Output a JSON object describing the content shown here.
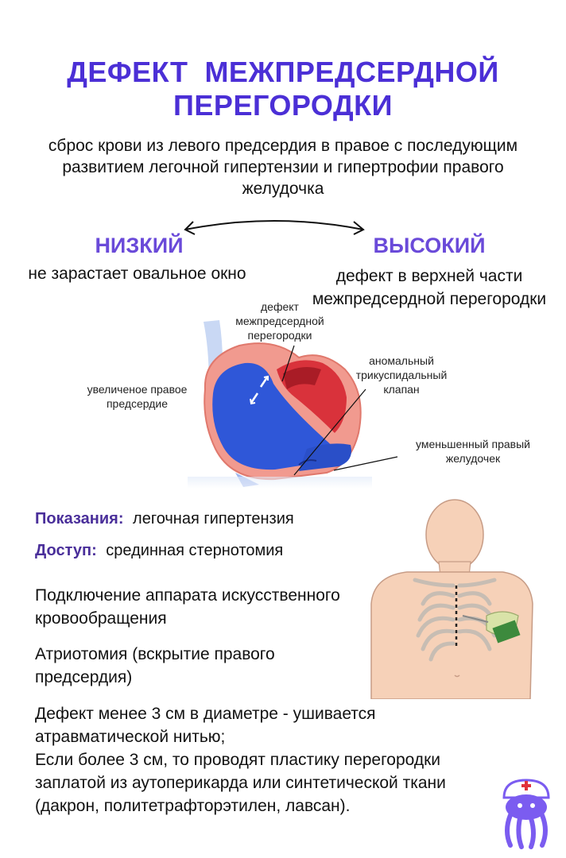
{
  "title": {
    "line1": "ДЕФЕКТ  МЕЖПРЕДСЕРДНОЙ",
    "line2": "ПЕРЕГОРОДКИ"
  },
  "subtitle": "сброс крови из левого предсердия в правое с последующим развитием  легочной гипертензии и гипертрофии правого желудочка",
  "types": {
    "low": {
      "name": "НИЗКИЙ",
      "desc": "не зарастает овальное окно"
    },
    "high": {
      "name": "ВЫСОКИЙ",
      "desc": "дефект в верхней части межпредсердной перегородки"
    }
  },
  "heart_labels": {
    "septal_defect": "дефект межпредсердной перегородки",
    "tricuspid": "аномальный трикуспидальный клапан",
    "right_atrium": "увеличеное правое предсердие",
    "right_ventricle": "уменьшенный правый желудочек"
  },
  "indications": {
    "label": "Показания:",
    "value": "легочная гипертензия"
  },
  "access": {
    "label": "Доступ:",
    "value": "срединная стернотомия"
  },
  "steps": {
    "bypass": "Подключение аппарата искусственного кровообращения",
    "atriotomy": "Атриотомия (вскрытие правого предсердия)"
  },
  "closure": {
    "small": "Дефект менее 3 см в диаметре - ушивается атравматической нитью;",
    "large": "Если более 3 см, то проводят пластику перегородки заплатой из аутоперикарда или синтетической ткани (дакрон, политетрафторэтилен, лавсан)."
  },
  "colors": {
    "title": "#4b2fd6",
    "type_heading": "#6a4ad9",
    "label": "#4a2f9a",
    "blood_blue": "#2f57d8",
    "blood_red": "#c8242f",
    "heart_wall": "#f19a8f",
    "skin": "#f6d1b8",
    "mascot": "#7b5cf0"
  }
}
